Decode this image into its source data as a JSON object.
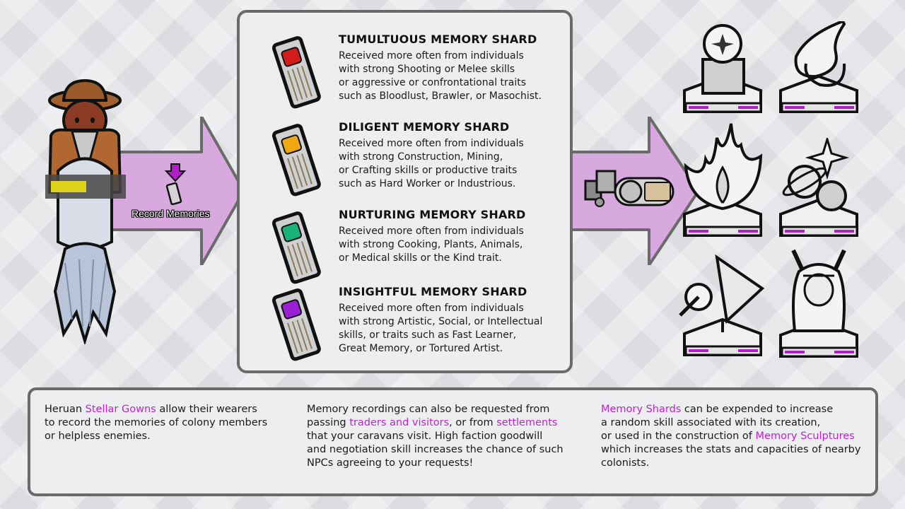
{
  "colors": {
    "accent": "#c31fd6",
    "arrow_fill": "#d7a9df",
    "arrow_stroke": "#6a6a6a",
    "panel_bg": "#eceeef",
    "panel_border": "#6a6a6a"
  },
  "left": {
    "action_label": "Record Memories",
    "character_icon": "gowned-character-icon",
    "action_icon": "record-memories-icon"
  },
  "shards": [
    {
      "title": "TUMULTUOUS MEMORY SHARD",
      "gem_color": "#d51a1a",
      "desc": [
        "Received more often from individuals",
        "with strong Shooting or Melee skills",
        "or aggressive or confrontational traits",
        "such as Bloodlust, Brawler, or Masochist."
      ]
    },
    {
      "title": "DILIGENT MEMORY SHARD",
      "gem_color": "#f0a812",
      "desc": [
        "Received more often from individuals",
        "with strong Construction, Mining,",
        "or Crafting skills or productive traits",
        "such as Hard Worker or Industrious."
      ]
    },
    {
      "title": "NURTURING MEMORY SHARD",
      "gem_color": "#19b37a",
      "desc": [
        "Received more often from individuals",
        "with strong Cooking, Plants, Animals,",
        "or Medical skills or the Kind trait."
      ]
    },
    {
      "title": "INSIGHTFUL MEMORY SHARD",
      "gem_color": "#9b1fd6",
      "desc": [
        "Received more often from individuals",
        "with strong Artistic, Social, or Intellectual",
        "skills, or traits such as Fast Learner,",
        "Great Memory, or Tortured Artist."
      ]
    }
  ],
  "middle_icon": "sculpting-station-icon",
  "sculptures": [
    "orb-cube-sculpture-icon",
    "flame-spiral-sculpture-icon",
    "feather-flame-sculpture-icon",
    "planet-star-sculpture-icon",
    "flower-triangle-sculpture-icon",
    "horned-bust-sculpture-icon"
  ],
  "info": {
    "col1": [
      [
        {
          "t": "Heruan ",
          "h": false
        },
        {
          "t": "Stellar Gowns",
          "h": true
        },
        {
          "t": " allow their wearers",
          "h": false
        }
      ],
      [
        {
          "t": "to record the memories of colony members",
          "h": false
        }
      ],
      [
        {
          "t": "or helpless enemies.",
          "h": false
        }
      ]
    ],
    "col2": [
      [
        {
          "t": "Memory recordings can also be requested from",
          "h": false
        }
      ],
      [
        {
          "t": "passing ",
          "h": false
        },
        {
          "t": "traders and visitors",
          "h": true
        },
        {
          "t": ", or from ",
          "h": false
        },
        {
          "t": "settlements",
          "h": true
        }
      ],
      [
        {
          "t": "that your caravans visit. High faction goodwill",
          "h": false
        }
      ],
      [
        {
          "t": "and negotiation skill increases the chance of such",
          "h": false
        }
      ],
      [
        {
          "t": "NPCs agreeing to your requests!",
          "h": false
        }
      ]
    ],
    "col3": [
      [
        {
          "t": "Memory Shards",
          "h": true
        },
        {
          "t": " can be expended to increase",
          "h": false
        }
      ],
      [
        {
          "t": "a random skill associated with its creation,",
          "h": false
        }
      ],
      [
        {
          "t": "or used in the construction of ",
          "h": false
        },
        {
          "t": "Memory Sculptures",
          "h": true
        }
      ],
      [
        {
          "t": "which increases the stats and capacities of nearby",
          "h": false
        }
      ],
      [
        {
          "t": "colonists.",
          "h": false
        }
      ]
    ]
  }
}
